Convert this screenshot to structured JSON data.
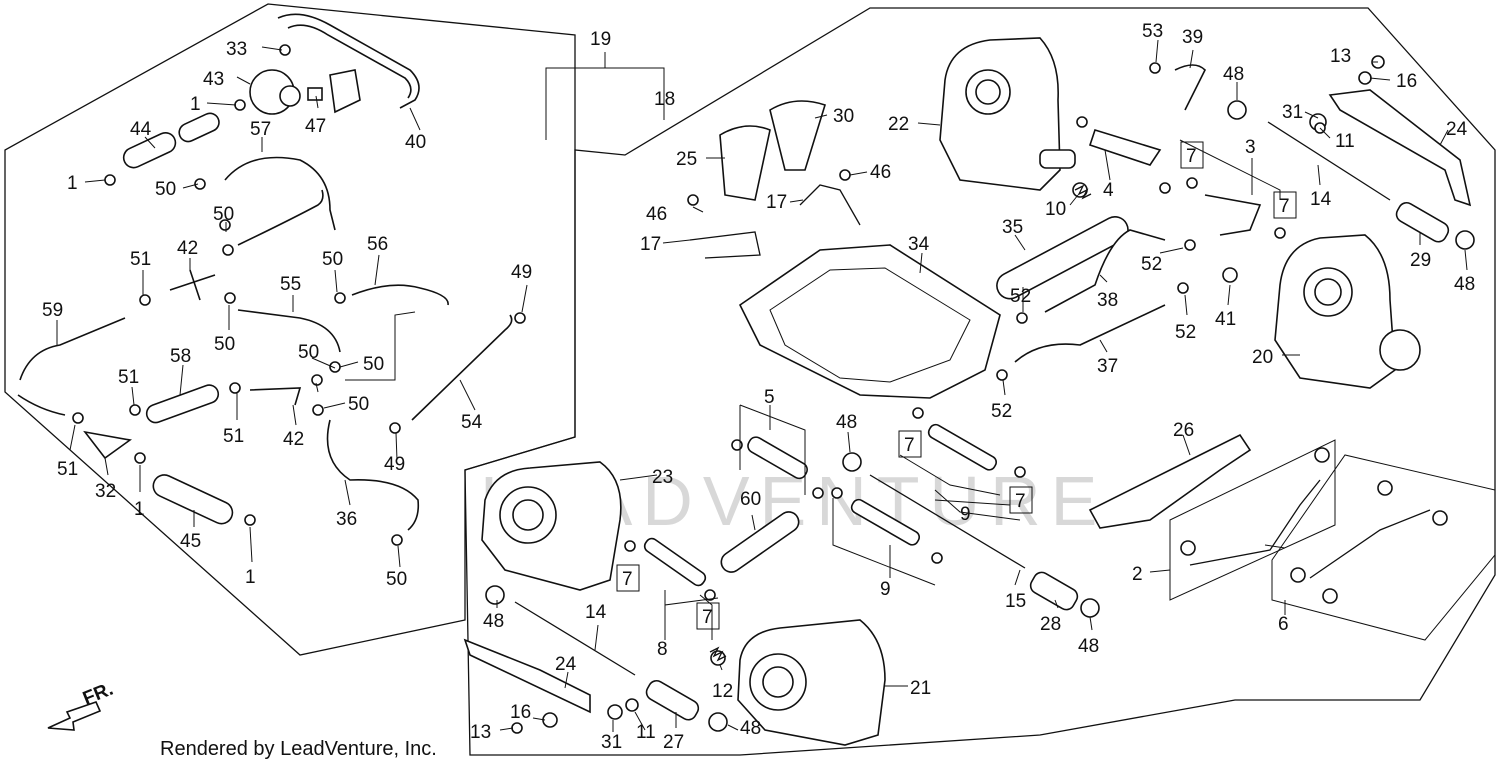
{
  "footer": {
    "text": "Rendered by LeadVenture, Inc."
  },
  "direction_label": "FR.",
  "watermark": "LEADVENTURE",
  "callouts": {
    "n1": "1",
    "n2": "2",
    "n3": "3",
    "n4": "4",
    "n5": "5",
    "n6": "6",
    "n7": "7",
    "n8": "8",
    "n9": "9",
    "n10": "10",
    "n11": "11",
    "n12": "12",
    "n13": "13",
    "n14": "14",
    "n15": "15",
    "n16": "16",
    "n17": "17",
    "n18": "18",
    "n19": "19",
    "n20": "20",
    "n21": "21",
    "n22": "22",
    "n23": "23",
    "n24": "24",
    "n25": "25",
    "n26": "26",
    "n27": "27",
    "n28": "28",
    "n29": "29",
    "n30": "30",
    "n31": "31",
    "n32": "32",
    "n33": "33",
    "n34": "34",
    "n35": "35",
    "n36": "36",
    "n37": "37",
    "n38": "38",
    "n39": "39",
    "n40": "40",
    "n41": "41",
    "n42": "42",
    "n43": "43",
    "n44": "44",
    "n45": "45",
    "n46": "46",
    "n47": "47",
    "n48": "48",
    "n49": "49",
    "n50": "50",
    "n51": "51",
    "n52": "52",
    "n53": "53",
    "n54": "54",
    "n55": "55",
    "n56": "56",
    "n57": "57",
    "n58": "58",
    "n59": "59",
    "n60": "60"
  }
}
